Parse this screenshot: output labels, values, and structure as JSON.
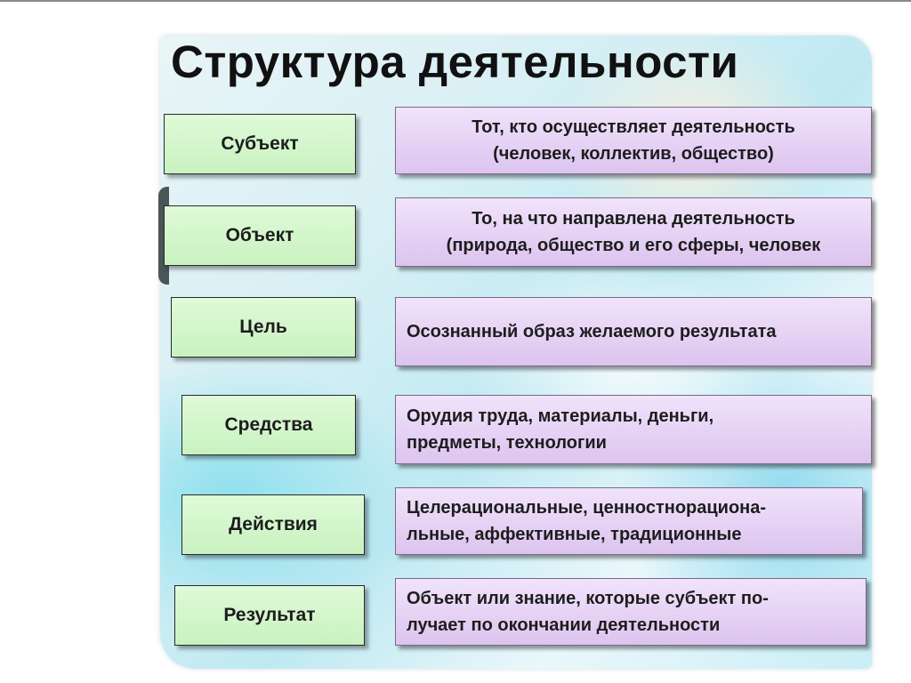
{
  "title": "Структура деятельности",
  "rows": [
    {
      "term": "Субъект",
      "desc_line1": "Тот, кто осуществляет деятельность",
      "desc_line2": "(человек, коллектив, общество)"
    },
    {
      "term": "Объект",
      "desc_line1": "То, на что направлена деятельность",
      "desc_line2": "(природа, общество и его сферы, человек"
    },
    {
      "term": "Цель",
      "desc_line1": "Осознанный образ желаемого результата",
      "desc_line2": ""
    },
    {
      "term": "Средства",
      "desc_line1": "Орудия труда, материалы, деньги,",
      "desc_line2": "предметы, технологии"
    },
    {
      "term": "Действия",
      "desc_line1": "Целерациональные, ценностнорациона-",
      "desc_line2": "льные, аффективные, традиционные"
    },
    {
      "term": "Результат",
      "desc_line1": "Объект или знание, которые субъект по-",
      "desc_line2": "лучает по окончании  деятельности"
    }
  ],
  "colors": {
    "term_fill": "#d4f7cc",
    "desc_fill": "#e6d2f5",
    "title": "#111111"
  }
}
